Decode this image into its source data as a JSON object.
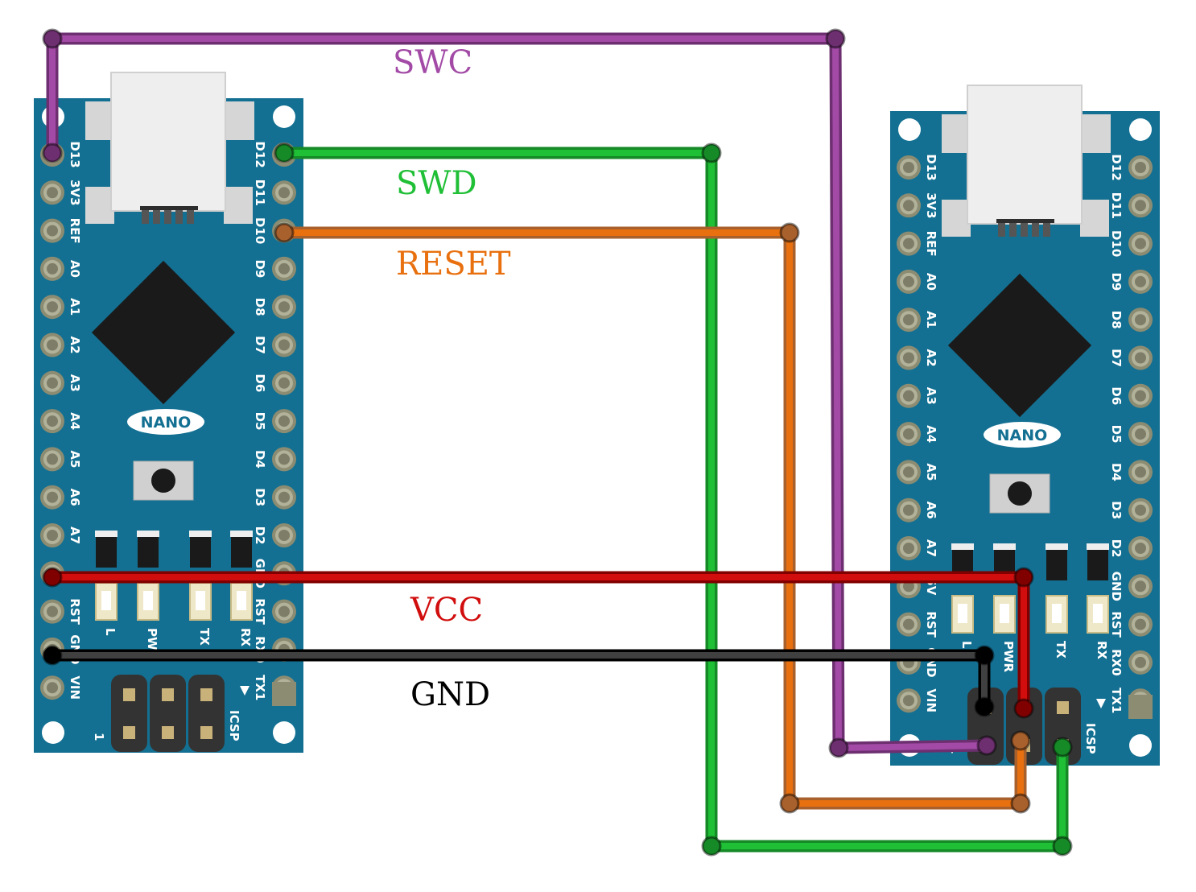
{
  "boards": [
    {
      "name": "left",
      "badge": "NANO",
      "left_pins": [
        "D13",
        "3V3",
        "REF",
        "A0",
        "A1",
        "A2",
        "A3",
        "A4",
        "A5",
        "A6",
        "A7",
        "",
        "RST",
        "GND",
        "VIN"
      ],
      "right_pins": [
        "D12",
        "D11",
        "D10",
        "D9",
        "D8",
        "D7",
        "D6",
        "D5",
        "D4",
        "D3",
        "D2",
        "GND",
        "RST",
        "RX0",
        "TX1"
      ],
      "led_labels": [
        "L",
        "PWR",
        "TX",
        "RX"
      ],
      "icsp_label": "ICSP",
      "pin_one_label": "1"
    },
    {
      "name": "right",
      "badge": "NANO",
      "left_pins": [
        "D13",
        "3V3",
        "REF",
        "A0",
        "A1",
        "A2",
        "A3",
        "A4",
        "A5",
        "A6",
        "A7",
        "5V",
        "RST",
        "GND",
        "VIN"
      ],
      "right_pins": [
        "D12",
        "D11",
        "D10",
        "D9",
        "D8",
        "D7",
        "D6",
        "D5",
        "D4",
        "D3",
        "D2",
        "GND",
        "RST",
        "RX0",
        "TX1"
      ],
      "led_labels": [
        "L",
        "PWR",
        "TX",
        "RX"
      ],
      "icsp_label": "ICSP",
      "pin_one_label": "1"
    }
  ],
  "wires": [
    {
      "name": "swc",
      "label": "SWC",
      "color": "#a24aa6",
      "dark": "#6d2f70"
    },
    {
      "name": "swd",
      "label": "SWD",
      "color": "#1fbf36",
      "dark": "#168a27"
    },
    {
      "name": "reset",
      "label": "RESET",
      "color": "#e8700f",
      "dark": "#a8602c"
    },
    {
      "name": "vcc",
      "label": "VCC",
      "color": "#d10d0d",
      "dark": "#800000"
    },
    {
      "name": "gnd",
      "label": "GND",
      "color": "#404040",
      "dark": "#000000"
    }
  ]
}
